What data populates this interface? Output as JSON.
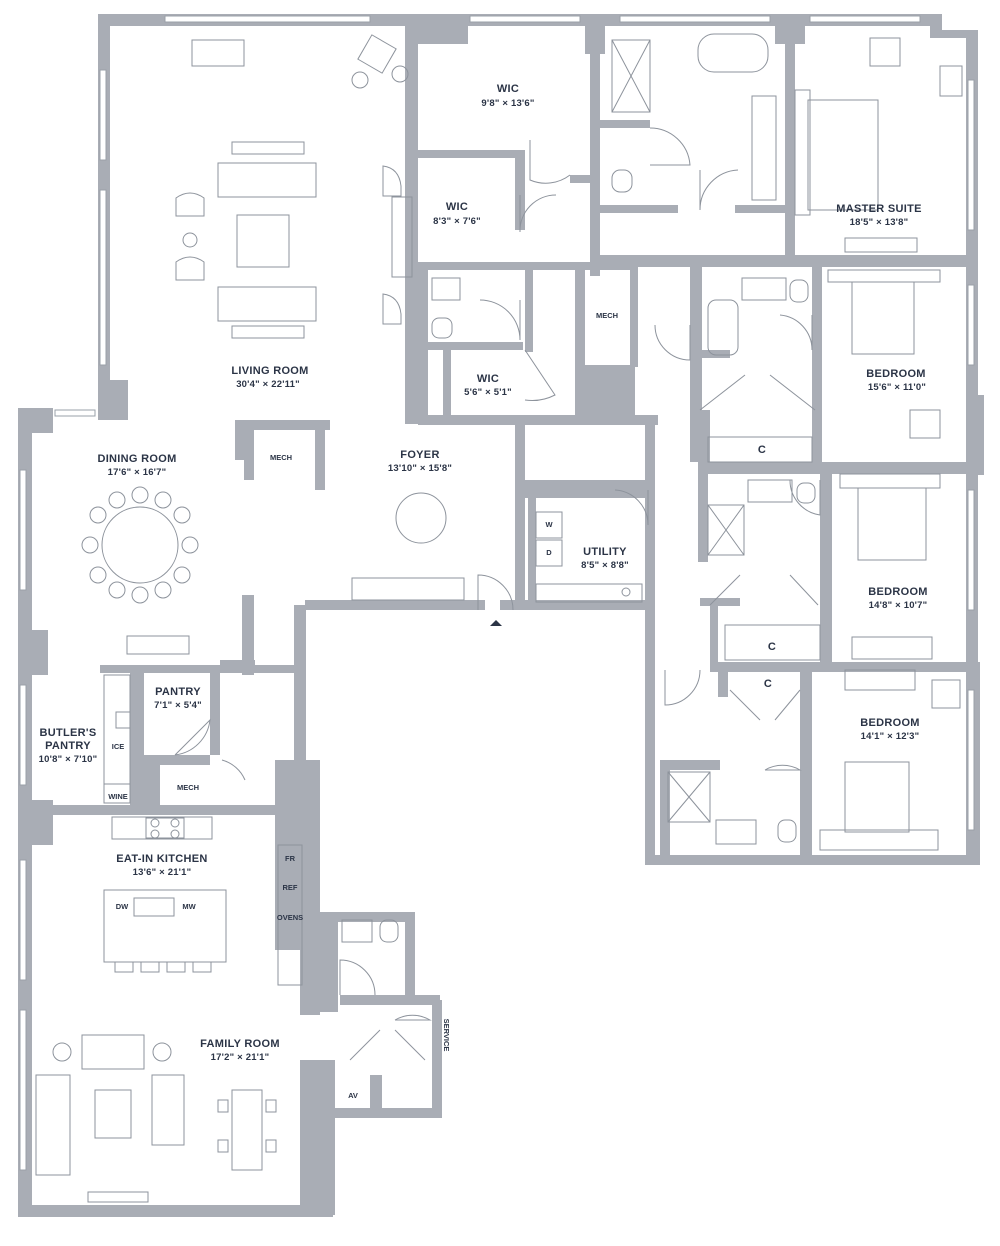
{
  "rooms": {
    "wic1": {
      "name": "WIC",
      "dims": "9'8\" × 13'6\""
    },
    "wic2": {
      "name": "WIC",
      "dims": "8'3\" × 7'6\""
    },
    "wic3": {
      "name": "WIC",
      "dims": "5'6\" × 5'1\""
    },
    "master": {
      "name": "MASTER SUITE",
      "dims": "18'5\" × 13'8\""
    },
    "living": {
      "name": "LIVING ROOM",
      "dims": "30'4\" × 22'11\""
    },
    "bed1": {
      "name": "BEDROOM",
      "dims": "15'6\" × 11'0\""
    },
    "dining": {
      "name": "DINING ROOM",
      "dims": "17'6\" × 16'7\""
    },
    "foyer": {
      "name": "FOYER",
      "dims": "13'10\" × 15'8\""
    },
    "utility": {
      "name": "UTILITY",
      "dims": "8'5\" × 8'8\""
    },
    "bed2": {
      "name": "BEDROOM",
      "dims": "14'8\" × 10'7\""
    },
    "pantry": {
      "name": "PANTRY",
      "dims": "7'1\" × 5'4\""
    },
    "butler": {
      "name1": "BUTLER'S",
      "name2": "PANTRY",
      "dims": "10'8\" × 7'10\""
    },
    "bed3": {
      "name": "BEDROOM",
      "dims": "14'1\" × 12'3\""
    },
    "kitchen": {
      "name": "EAT-IN KITCHEN",
      "dims": "13'6\" × 21'1\""
    },
    "family": {
      "name": "FAMILY ROOM",
      "dims": "17'2\" × 21'1\""
    }
  },
  "labels": {
    "mech": "MECH",
    "closet": "C",
    "washer": "W",
    "dryer": "D",
    "ice": "ICE",
    "wine": "WINE",
    "fridge": "FR",
    "refrigerator": "REF",
    "ovens": "OVENS",
    "dishwasher": "DW",
    "microwave": "MW",
    "service": "SERVICE",
    "av": "AV"
  },
  "colors": {
    "wall": "#a9adb5",
    "text": "#2b3446",
    "fixture": "#8d939c"
  }
}
